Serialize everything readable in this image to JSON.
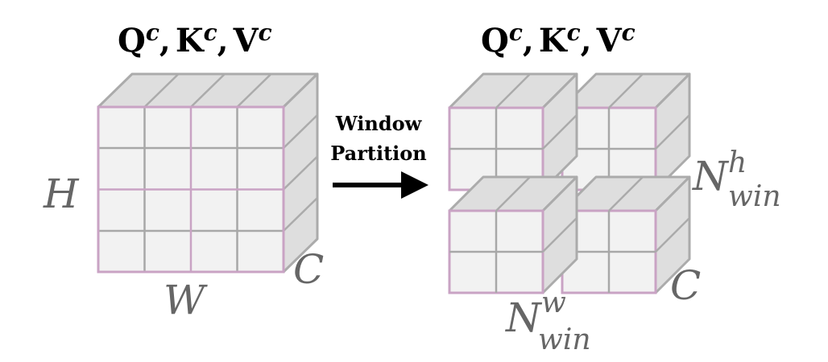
{
  "left": {
    "title": {
      "q": "Q",
      "k": "K",
      "v": "V",
      "sup": "c",
      "sep": ","
    },
    "labels": {
      "h": "H",
      "w": "W",
      "c": "C"
    }
  },
  "arrow": {
    "line1": "Window",
    "line2": "Partition"
  },
  "right": {
    "title": {
      "q": "Q",
      "k": "K",
      "v": "V",
      "sup": "c",
      "sep": ","
    },
    "labels": {
      "nh_base": "N",
      "nh_sup": "h",
      "nh_sub": "win",
      "nw_base": "N",
      "nw_sup": "w",
      "nw_sub": "win",
      "c": "C"
    }
  },
  "colors": {
    "front": "#f2f2f2",
    "top_side": "#dedede",
    "edge_gray": "#ababab",
    "edge_pink": "#c9a3c4",
    "label_gray": "#666666"
  }
}
